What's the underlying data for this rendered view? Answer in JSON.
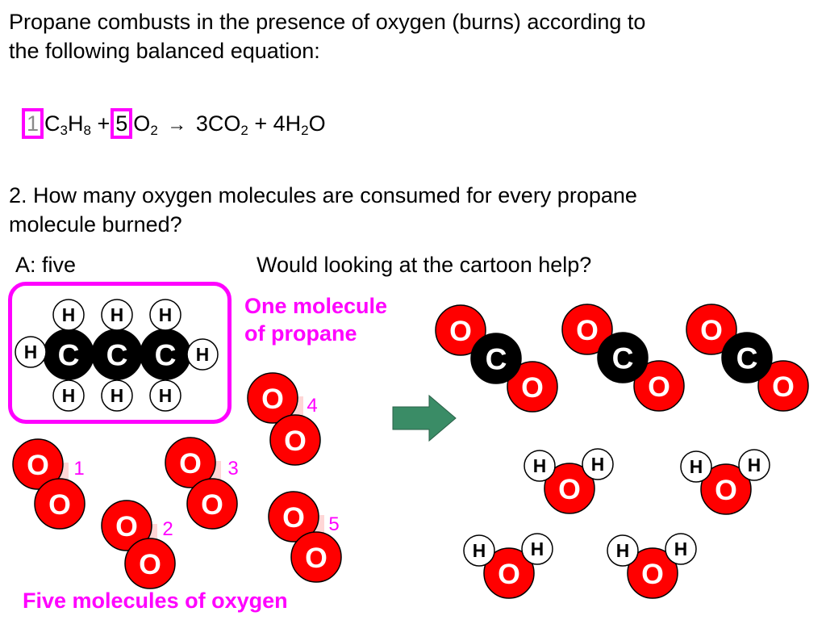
{
  "intro": {
    "line1": "Propane combusts in the presence of oxygen (burns) according to",
    "line2": "the following balanced equation:"
  },
  "equation": {
    "coef_propane": "1",
    "propane_c": "C",
    "propane_c_sub": "3",
    "propane_h": "H",
    "propane_h_sub": "8",
    "plus1": "+",
    "coef_oxygen": "5",
    "oxygen": "O",
    "oxygen_sub": "2",
    "arrow": "→",
    "co2_prefix": "3CO",
    "co2_sub": "2",
    "plus2": "+",
    "h2o_prefix": "4H",
    "h2o_sub": "2",
    "h2o_suffix": "O"
  },
  "question": {
    "line1": "2.  How many oxygen molecules are consumed for every propane",
    "line2": "molecule burned?"
  },
  "answer": "A:  five",
  "hint": "Would looking at the cartoon help?",
  "labels": {
    "propane_line1": "One molecule",
    "propane_line2": "of propane",
    "oxygen": "Five molecules of oxygen"
  },
  "atoms": {
    "carbon": "C",
    "hydrogen": "H",
    "oxygen": "O"
  },
  "oxygen_numbers": [
    "1",
    "2",
    "3",
    "4",
    "5"
  ],
  "colors": {
    "magenta": "#ff00ff",
    "oxygen_red": "#ff0000",
    "carbon_black": "#000000",
    "arrow_green": "#3a8c66",
    "gray_coefficient": "#8a8a8a"
  }
}
